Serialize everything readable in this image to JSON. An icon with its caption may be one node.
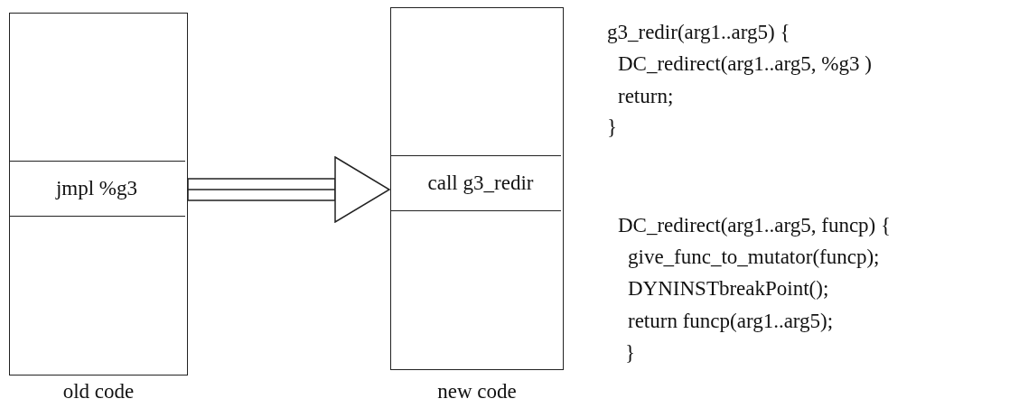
{
  "diagram": {
    "nodes": [
      {
        "text": [],
        "shape": "box",
        "beside": [
          "old code"
        ]
      },
      {
        "text": [
          "jmpl %g3"
        ],
        "in": 0
      },
      {
        "text": [],
        "shape": "box",
        "beside": [
          "new code"
        ]
      },
      {
        "text": [
          "call g3_redir"
        ],
        "in": 2
      }
    ],
    "edges": [
      {
        "from": 0,
        "to": 2,
        "arrow": "to"
      }
    ],
    "labels": [
      "g3_redir(arg1..arg5) {",
      "DC_redirect(arg1..arg5, %g3 )",
      "return;",
      "}",
      "DC_redirect(arg1..arg5, funcp) {",
      "give_func_to_mutator(funcp);",
      "DYNINSTbreakPoint();",
      "return funcp(arg1..arg5);",
      "}"
    ]
  }
}
